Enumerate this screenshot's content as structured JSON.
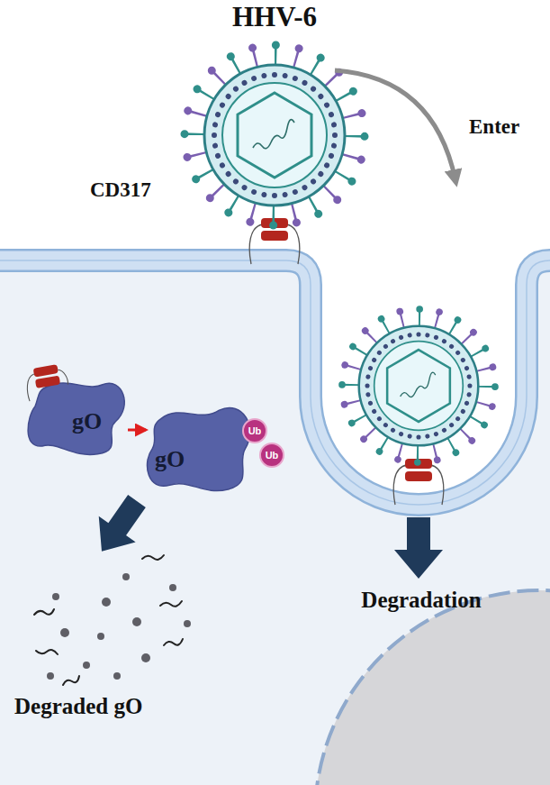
{
  "diagram": {
    "title": "HHV-6",
    "nodes": [
      {
        "text": [
          "gO"
        ]
      },
      {
        "text": [
          "gO"
        ]
      },
      {
        "text": [
          "Ub"
        ],
        "in": 1
      },
      {
        "text": [
          "Ub"
        ],
        "in": 1
      }
    ],
    "edges": [
      {
        "from": 0,
        "to": 1,
        "arrow": "to"
      }
    ],
    "labels": [
      "CD317",
      "Enter",
      "Degradation",
      "Degraded gO"
    ]
  }
}
